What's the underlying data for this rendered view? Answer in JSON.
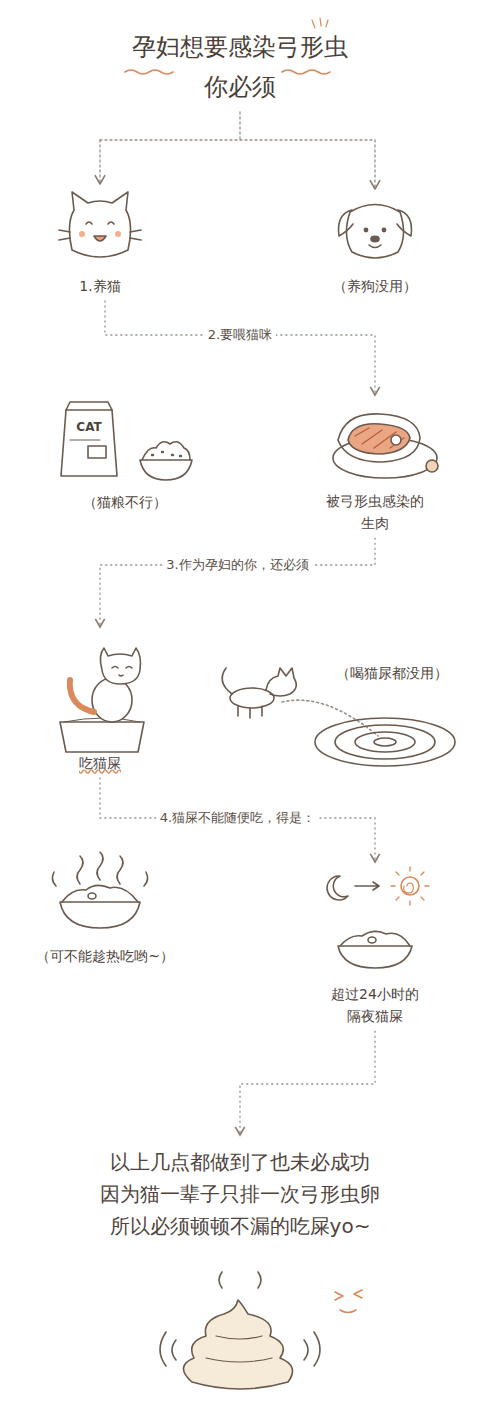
{
  "diagram": {
    "title": "孕妇想要感染弓形虫 你必须",
    "nodes": [
      {
        "text": [
          "1.养猫"
        ]
      },
      {
        "text": [
          "（养狗没用）"
        ]
      },
      {
        "text": [
          "（猫粮不行）"
        ]
      },
      {
        "text": [
          "被弓形虫感染的 生肉"
        ]
      },
      {
        "text": [
          "吃猫屎"
        ]
      },
      {
        "text": [
          "（喝猫尿都没用）"
        ]
      },
      {
        "text": [
          "（可不能趁热吃哟~）"
        ]
      },
      {
        "text": [
          "超过24小时的 隔夜猫屎"
        ]
      },
      {
        "text": [
          "以上几点都做到了也未必成功 因为猫一辈子只排一次弓形虫卵 所以必须顿顿不漏的吃屎yo~"
        ]
      }
    ],
    "edges": [
      {
        "from": 0,
        "to": 3,
        "arrow": "to",
        "label": "2.要喂猫咪"
      },
      {
        "from": 3,
        "to": 4,
        "arrow": "to",
        "label": "3.作为孕妇的你，还必须"
      },
      {
        "from": 4,
        "to": 7,
        "arrow": "to",
        "label": "4.猫屎不能随便吃，得是："
      },
      {
        "from": 7,
        "to": 8,
        "arrow": "to"
      }
    ],
    "labels": [
      "CAT"
    ]
  }
}
